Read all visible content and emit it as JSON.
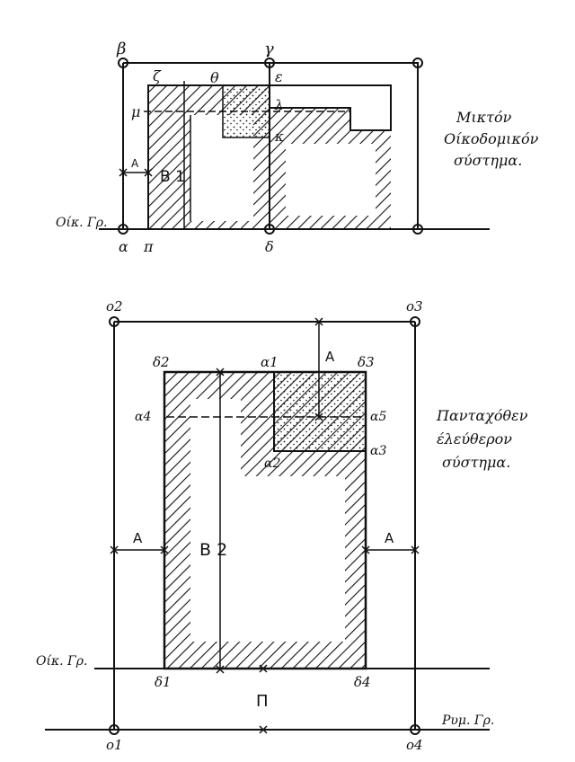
{
  "colors": {
    "ink": "#111111",
    "paper": "#ffffff"
  },
  "diagram1": {
    "caption": [
      "Μικτόν",
      "Οίκοδομικόν",
      "σύστημα."
    ],
    "building_line_label": "Οίκ. Γρ.",
    "points": {
      "beta": "β",
      "gamma": "γ",
      "zeta": "ζ",
      "theta": "θ",
      "epsilon": "ε",
      "mu": "μ",
      "lambda": "λ",
      "kappa": "κ",
      "alpha": "α",
      "pi": "π",
      "delta": "δ"
    },
    "distance_label": "Α",
    "region_label": "Β 1"
  },
  "diagram2": {
    "caption": [
      "Πανταχόθεν",
      "έλεύθερον",
      "σύστημα."
    ],
    "building_line_label": "Οίκ. Γρ.",
    "regulation_line_label": "Ρυμ. Γρ.",
    "points": {
      "o1": "ο1",
      "o2": "ο2",
      "o3": "ο3",
      "o4": "ο4",
      "d1": "δ1",
      "d2": "δ2",
      "d3": "δ3",
      "d4": "δ4",
      "a1": "α1",
      "a2": "α2",
      "a3": "α3",
      "a4": "α4",
      "a5": "α5"
    },
    "distance_label": "Α",
    "region_label": "Β 2",
    "street_label": "Π"
  }
}
